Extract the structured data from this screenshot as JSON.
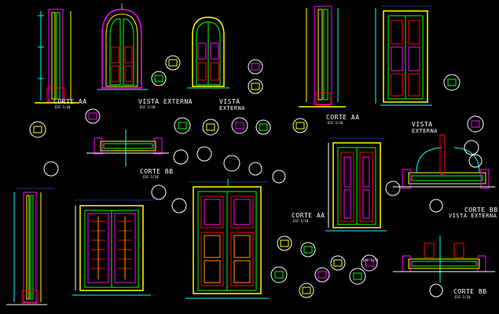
{
  "labels": {
    "corte_aa_1": "CORTE AA",
    "esc_1": "ESC 1/10",
    "vista_externa_1": "VISTA EXTERNA",
    "esc_2": "ESC 1/10",
    "vista_externa_2a": "VISTA",
    "vista_externa_2b": "EXTERNA",
    "corte_aa_2": "CORTE AA",
    "esc_3": "ESC 1/10",
    "vista_externa_3a": "VISTA",
    "vista_externa_3b": "EXTERNA",
    "corte_bb_1": "CORTE BB",
    "esc_4": "ESC 1/10",
    "corte_aa_3": "CORTE AA",
    "esc_5": "ESC 1/10",
    "corte_bb_2a": "CORTE BB",
    "corte_bb_2b": "VISTA EXTERNA",
    "esc_6": "ESC 1/10",
    "corte_bb_3": "CORTE BB",
    "esc_7": "ESC 1/10"
  },
  "colors": {
    "background": "#000000",
    "yellow": "#ffff00",
    "green": "#00ff00",
    "cyan": "#00ffff",
    "magenta": "#ff00ff",
    "red": "#ff0000",
    "white": "#ffffff",
    "blue": "#3366ff",
    "orange": "#ff9900"
  }
}
